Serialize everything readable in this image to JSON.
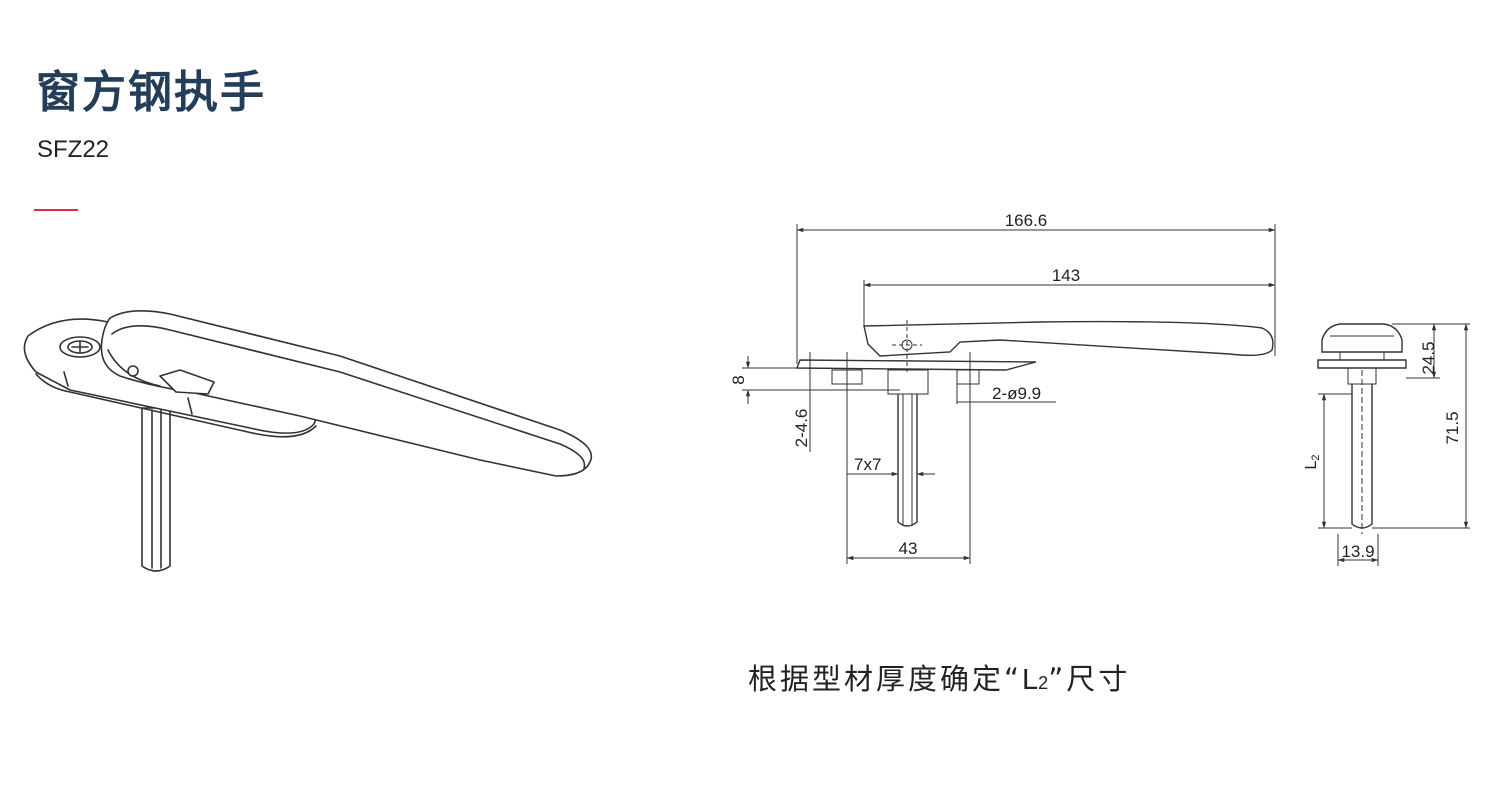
{
  "header": {
    "title": "窗方钢执手",
    "model": "SFZ22"
  },
  "drawing": {
    "dim_overall_length": "166.6",
    "dim_handle_length": "143",
    "dim_base_height": "8",
    "dim_hole_depth": "2-4.6",
    "dim_holes": "2-ø9.9",
    "dim_spindle_square": "7x7",
    "dim_hole_spacing": "43",
    "dim_head_height": "24.5",
    "dim_total_height": "71.5",
    "dim_variable_length": "L",
    "dim_variable_length_sub": "2",
    "dim_spindle_width": "13.9"
  },
  "note": {
    "prefix": "根据型材厚度确定“",
    "var_letter": "L",
    "var_sub": "2",
    "suffix": "”尺寸"
  },
  "colors": {
    "title": "#243e5a",
    "accent": "#d8313a",
    "line": "#333333"
  }
}
